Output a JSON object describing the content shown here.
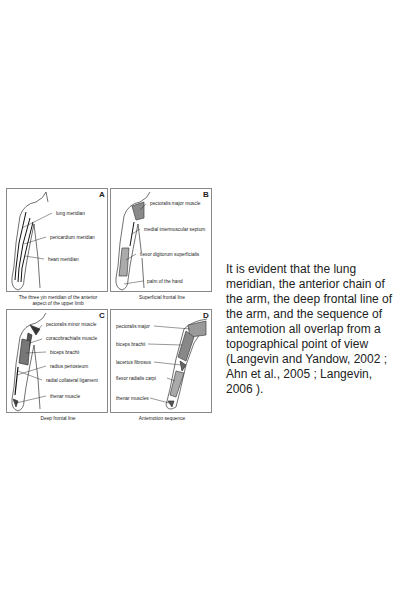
{
  "diagram": {
    "nodes": [
      {
        "text": [
          "A",
          "lung meridian",
          "pericardium meridian",
          "heart meridian",
          "The three yin meridian of the anterior aspect of the upper limb"
        ]
      },
      {
        "text": [
          "B",
          "pectoralis major muscle",
          "medial intermuscular septum",
          "flexor digitorum superficialis",
          "palm of the hand",
          "Superficial frontal line"
        ]
      },
      {
        "text": [
          "C",
          "pectoralis minor muscle",
          "coracobrachialis muscle",
          "biceps brachii",
          "radius periosteum",
          "radial collateral ligament",
          "thenar muscle",
          "Deep frontal line"
        ]
      },
      {
        "text": [
          "D",
          "pectoralis major",
          "biceps brachii",
          "lacertus fibrosus",
          "flexor radialis carpi",
          "thenar muscles",
          "Antemotion sequence"
        ]
      }
    ],
    "labels": [
      "It is evident that the lung meridian, the anterior chain of the arm, the deep frontal line of the arm, and the sequence of antemotion all overlap from a topographical point of view (Langevin and Yandow, 2002 ; Ahn et al., 2005 ; Langevin, 2006 )."
    ]
  }
}
